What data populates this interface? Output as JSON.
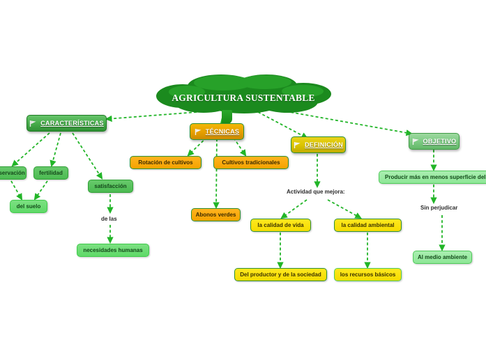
{
  "diagram": {
    "title": "AGRICULTURA SUSTENTABLE",
    "background": "#ffffff",
    "accent_green": "#2f9134",
    "accent_orange": "#f5a300",
    "accent_yellow": "#f5dc00",
    "edge_color": "#2ab52f"
  },
  "root": {
    "label": "AGRICULTURA SUSTENTABLE"
  },
  "branches": {
    "caracteristicas": {
      "label": "CARACTERÍSTICAS",
      "icon": "flag-icon",
      "children": {
        "conservacion": "conservación",
        "fertilidad": "fertilidad",
        "del_suelo": "del suelo",
        "satisfaccion": "satisfacción",
        "de_las": "de las",
        "necesidades": "necesidades humanas"
      }
    },
    "tecnicas": {
      "label": "TÉCNICAS",
      "icon": "flag-icon",
      "children": {
        "rotacion": "Rotación de cultivos",
        "cultivos": "Cultivos tradicionales",
        "abonos": "Abonos verdes"
      }
    },
    "definicion": {
      "label": "DEFINICIÓN",
      "icon": "flag-icon",
      "children": {
        "actividad": "Actividad que mejora:",
        "calidad_vida": "la calidad de vida",
        "calidad_ambiental": "la calidad ambiental",
        "productor": "Del productor y de la sociedad",
        "recursos": "los recursos básicos"
      }
    },
    "objetivo": {
      "label": "OBJETIVO",
      "icon": "flag-icon",
      "children": {
        "producir": "Producir más en menos superficie del",
        "sin_perjudicar": "Sin perjudicar",
        "medio_ambiente": "Al medio ambiente"
      }
    }
  }
}
